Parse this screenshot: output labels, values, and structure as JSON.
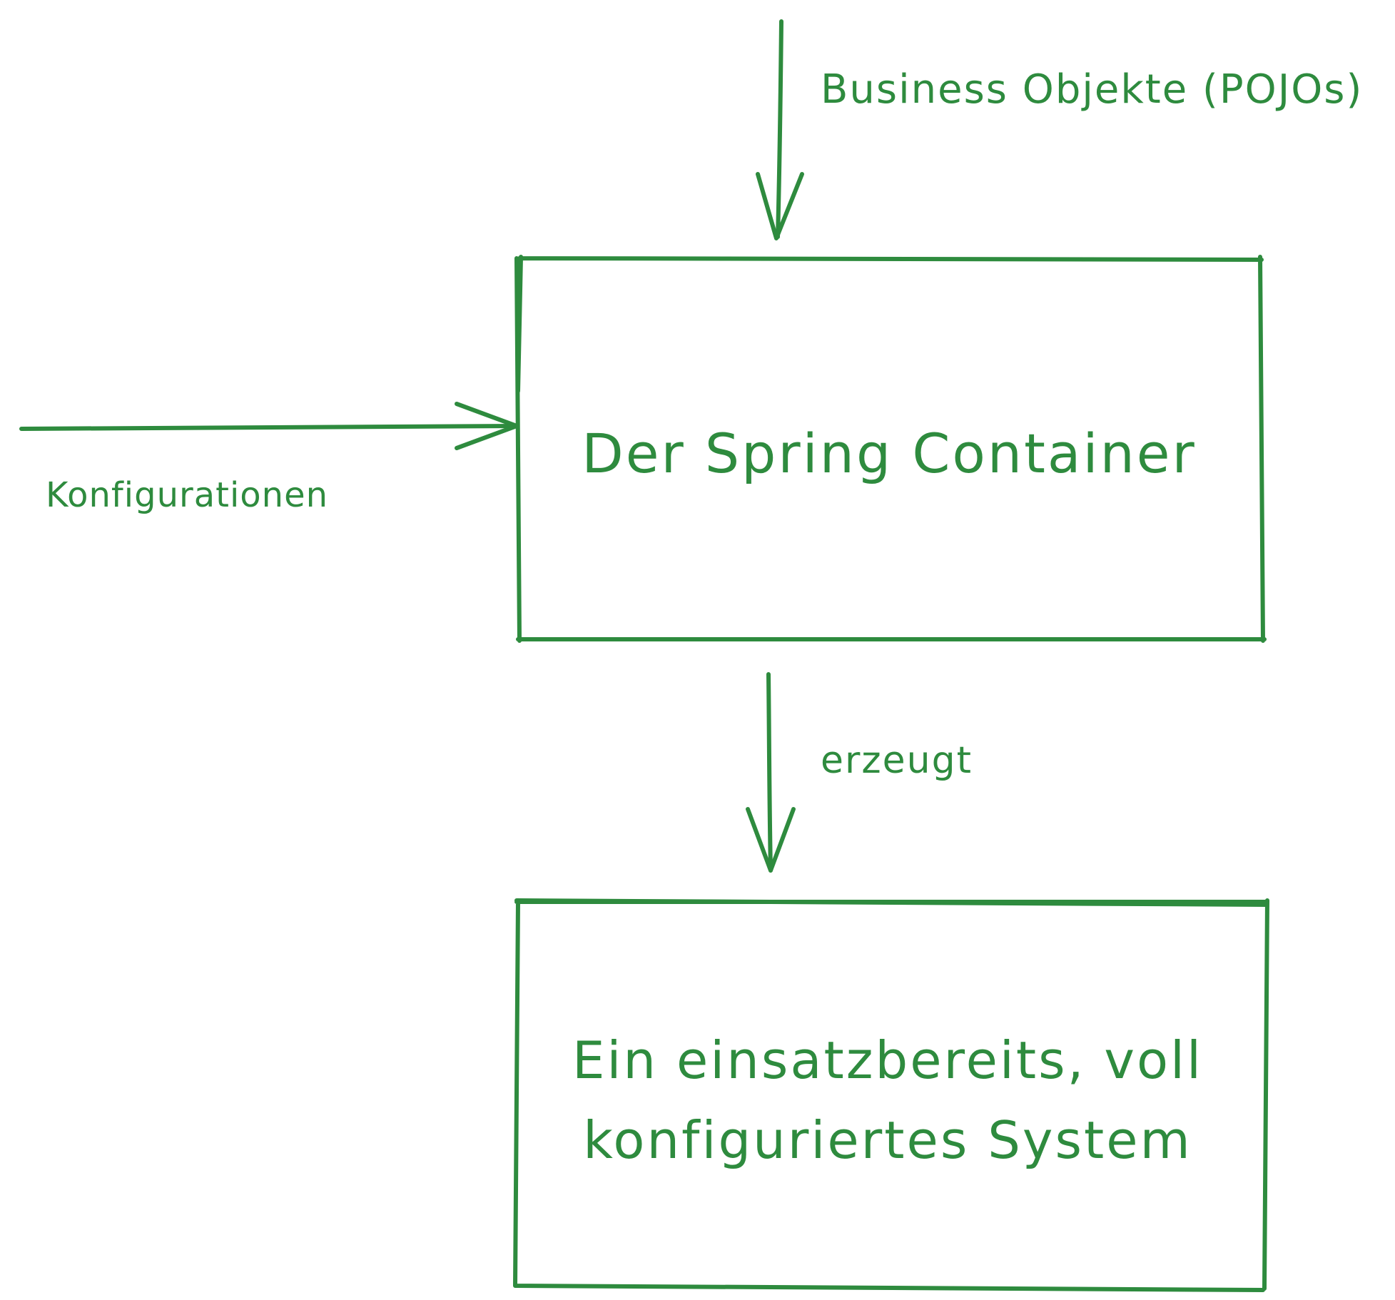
{
  "colors": {
    "ink": "#2e8b3e",
    "background": "#ffffff"
  },
  "labels": {
    "top_input": "Business Objekte (POJOs)",
    "left_input": "Konfigurationen",
    "output_edge": "erzeugt"
  },
  "boxes": {
    "container": "Der Spring Container",
    "result_line_1": "Ein einsatzbereits, voll",
    "result_line_2": "konfiguriertes System"
  }
}
